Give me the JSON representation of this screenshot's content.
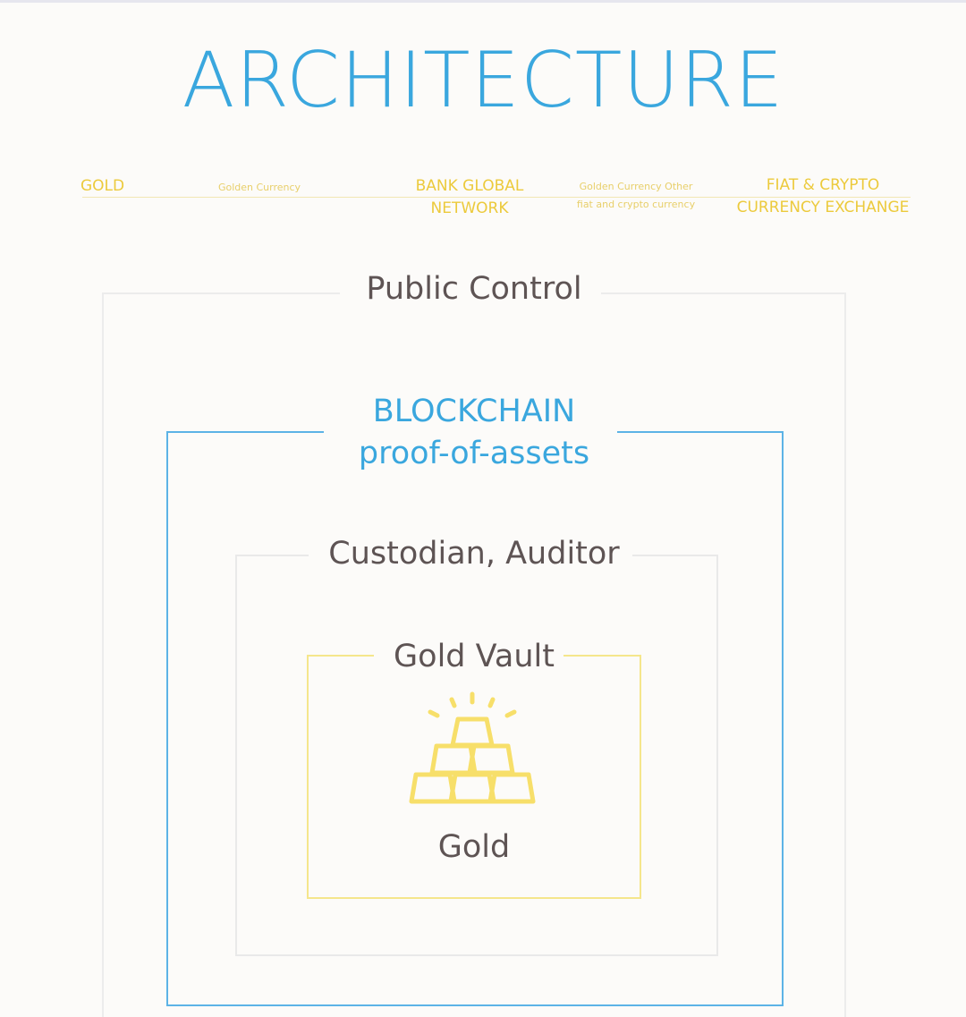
{
  "title": "ARCHITECTURE",
  "flow": {
    "gold": "GOLD",
    "arrow1": "Golden Currency",
    "bank_line1": "BANK GLOBAL",
    "bank_line2": "NETWORK",
    "arrow2_line1": "Golden Currency Other",
    "arrow2_line2": "fiat and crypto currency",
    "exchange_line1": "FIAT & CRYPTO",
    "exchange_line2": "CURRENCY EXCHANGE"
  },
  "layers": {
    "public": "Public Control",
    "blockchain_line1": "BLOCKCHAIN",
    "blockchain_line2": "proof-of-assets",
    "custodian": "Custodian, Auditor",
    "vault": "Gold Vault",
    "gold": "Gold"
  },
  "colors": {
    "accent_blue": "#3aa7de",
    "gold_yellow": "#ecca3c",
    "text_dark": "#5e5454"
  },
  "icons": {
    "gold": "gold-bars-icon"
  }
}
